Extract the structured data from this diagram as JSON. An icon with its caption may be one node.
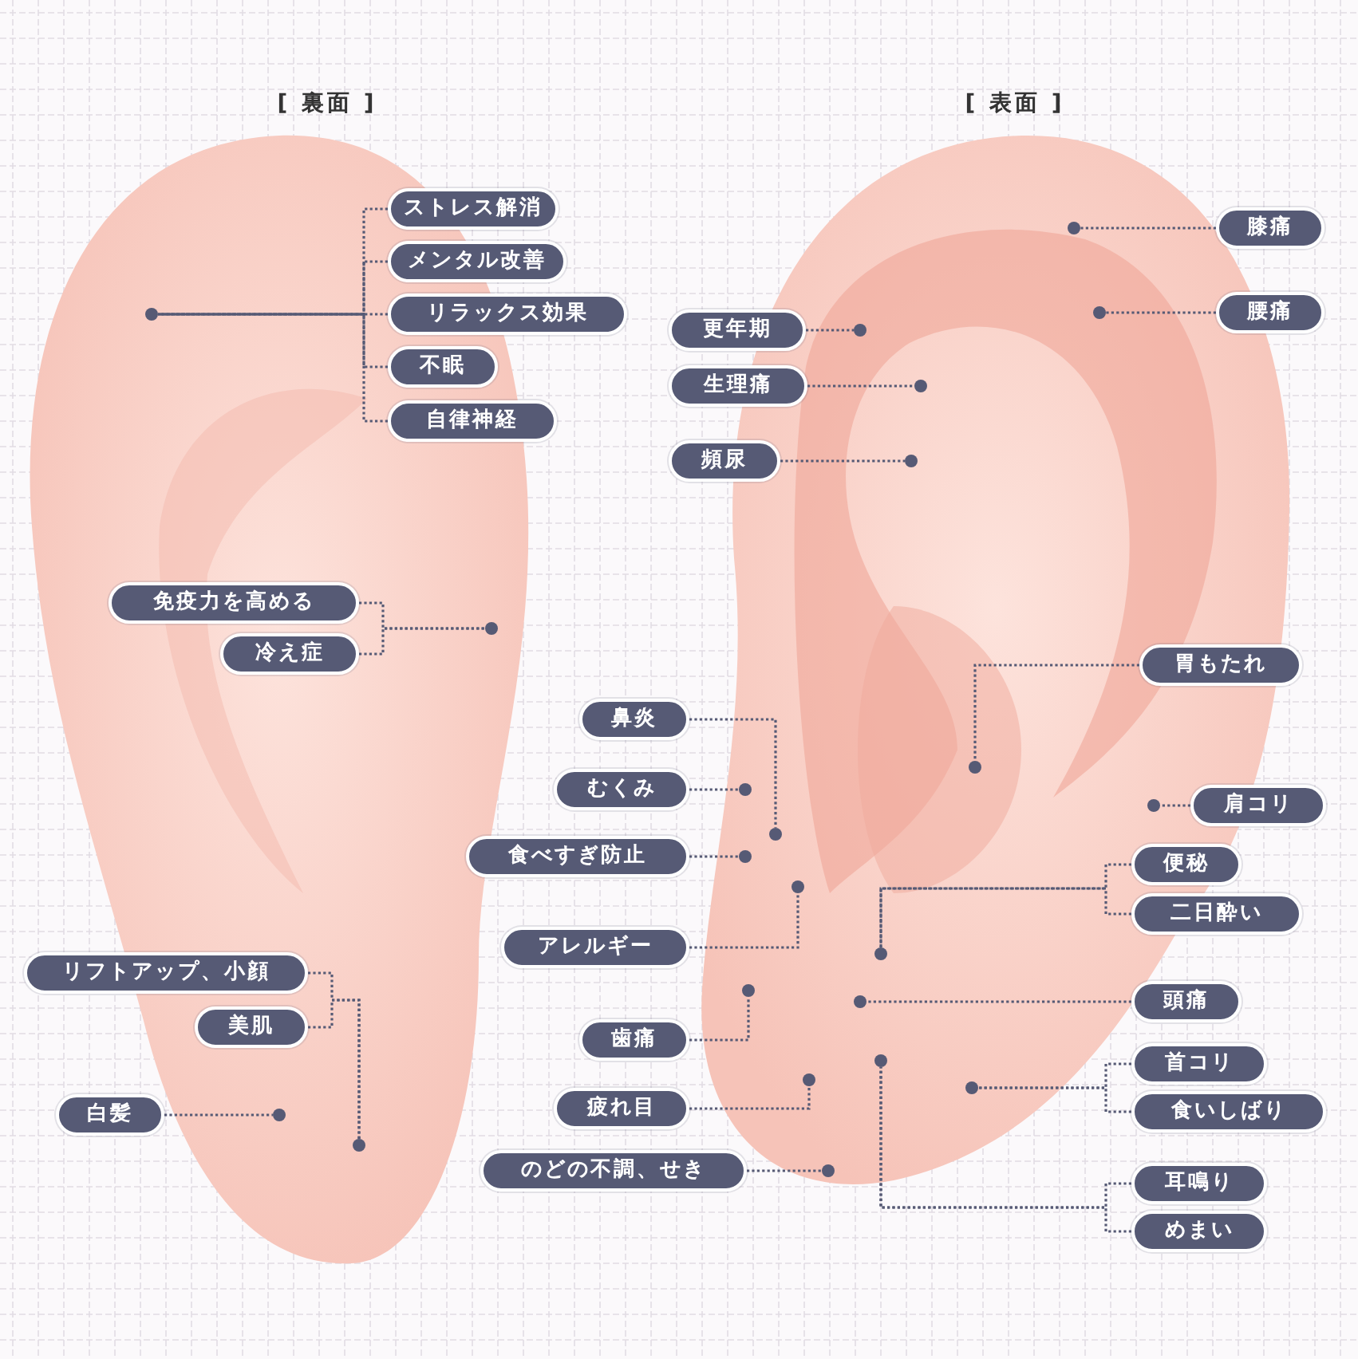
{
  "diagram": {
    "nodes": [
      {
        "text": [
          "ストレス解消"
        ]
      },
      {
        "text": [
          "メンタル改善"
        ]
      },
      {
        "text": [
          "リラックス効果"
        ]
      },
      {
        "text": [
          "不眠"
        ]
      },
      {
        "text": [
          "自律神経"
        ]
      },
      {
        "text": [],
        "shape": "circle"
      },
      {
        "text": [
          "免疫力を高める"
        ]
      },
      {
        "text": [
          "冷え症"
        ]
      },
      {
        "text": [],
        "shape": "circle"
      },
      {
        "text": [
          "リフトアップ、小顔"
        ]
      },
      {
        "text": [
          "美肌"
        ]
      },
      {
        "text": [],
        "shape": "circle"
      },
      {
        "text": [
          "白髪"
        ]
      },
      {
        "text": [],
        "shape": "circle"
      },
      {
        "text": [
          "膝痛"
        ]
      },
      {
        "text": [],
        "shape": "circle"
      },
      {
        "text": [
          "更年期"
        ]
      },
      {
        "text": [],
        "shape": "circle"
      },
      {
        "text": [
          "腰痛"
        ]
      },
      {
        "text": [],
        "shape": "circle"
      },
      {
        "text": [
          "生理痛"
        ]
      },
      {
        "text": [],
        "shape": "circle"
      },
      {
        "text": [
          "頻尿"
        ]
      },
      {
        "text": [],
        "shape": "circle"
      },
      {
        "text": [
          "胃もたれ"
        ]
      },
      {
        "text": [],
        "shape": "circle"
      },
      {
        "text": [
          "鼻炎"
        ]
      },
      {
        "text": [],
        "shape": "circle"
      },
      {
        "text": [
          "むくみ"
        ]
      },
      {
        "text": [],
        "shape": "circle"
      },
      {
        "text": [
          "肩コリ"
        ]
      },
      {
        "text": [],
        "shape": "circle"
      },
      {
        "text": [
          "食べすぎ防止"
        ]
      },
      {
        "text": [],
        "shape": "circle"
      },
      {
        "text": [
          "便秘"
        ]
      },
      {
        "text": [
          "二日酔い"
        ]
      },
      {
        "text": [],
        "shape": "circle"
      },
      {
        "text": [
          "アレルギー"
        ]
      },
      {
        "text": [],
        "shape": "circle"
      },
      {
        "text": [
          "頭痛"
        ]
      },
      {
        "text": [],
        "shape": "circle"
      },
      {
        "text": [
          "歯痛"
        ]
      },
      {
        "text": [],
        "shape": "circle"
      },
      {
        "text": [
          "首コリ"
        ]
      },
      {
        "text": [
          "食いしばり"
        ]
      },
      {
        "text": [],
        "shape": "circle"
      },
      {
        "text": [
          "疲れ目"
        ]
      },
      {
        "text": [],
        "shape": "circle"
      },
      {
        "text": [
          "のどの不調、せき"
        ]
      },
      {
        "text": [],
        "shape": "circle"
      },
      {
        "text": [
          "耳鳴り"
        ]
      },
      {
        "text": [
          "めまい"
        ]
      },
      {
        "text": [],
        "shape": "circle"
      }
    ],
    "edges": [
      {
        "from": 0,
        "to": 5,
        "arrow": "none"
      },
      {
        "from": 1,
        "to": 5,
        "arrow": "none"
      },
      {
        "from": 2,
        "to": 5,
        "arrow": "none"
      },
      {
        "from": 3,
        "to": 5,
        "arrow": "none"
      },
      {
        "from": 4,
        "to": 5,
        "arrow": "none"
      },
      {
        "from": 6,
        "to": 8,
        "arrow": "none"
      },
      {
        "from": 7,
        "to": 8,
        "arrow": "none"
      },
      {
        "from": 9,
        "to": 11,
        "arrow": "none"
      },
      {
        "from": 10,
        "to": 11,
        "arrow": "none"
      },
      {
        "from": 12,
        "to": 13,
        "arrow": "none"
      },
      {
        "from": 14,
        "to": 15,
        "arrow": "none"
      },
      {
        "from": 16,
        "to": 17,
        "arrow": "none"
      },
      {
        "from": 18,
        "to": 19,
        "arrow": "none"
      },
      {
        "from": 20,
        "to": 21,
        "arrow": "none"
      },
      {
        "from": 22,
        "to": 23,
        "arrow": "none"
      },
      {
        "from": 24,
        "to": 25,
        "arrow": "none"
      },
      {
        "from": 26,
        "to": 27,
        "arrow": "none"
      },
      {
        "from": 28,
        "to": 29,
        "arrow": "none"
      },
      {
        "from": 30,
        "to": 31,
        "arrow": "none"
      },
      {
        "from": 32,
        "to": 33,
        "arrow": "none"
      },
      {
        "from": 34,
        "to": 36,
        "arrow": "none"
      },
      {
        "from": 35,
        "to": 36,
        "arrow": "none"
      },
      {
        "from": 37,
        "to": 38,
        "arrow": "none"
      },
      {
        "from": 39,
        "to": 40,
        "arrow": "none"
      },
      {
        "from": 41,
        "to": 42,
        "arrow": "none"
      },
      {
        "from": 43,
        "to": 45,
        "arrow": "none"
      },
      {
        "from": 44,
        "to": 45,
        "arrow": "none"
      },
      {
        "from": 46,
        "to": 47,
        "arrow": "none"
      },
      {
        "from": 48,
        "to": 49,
        "arrow": "none"
      },
      {
        "from": 50,
        "to": 52,
        "arrow": "none"
      },
      {
        "from": 51,
        "to": 52,
        "arrow": "none"
      }
    ],
    "labels": [
      "[ 裏面 ]",
      "[ 表面 ]"
    ]
  }
}
